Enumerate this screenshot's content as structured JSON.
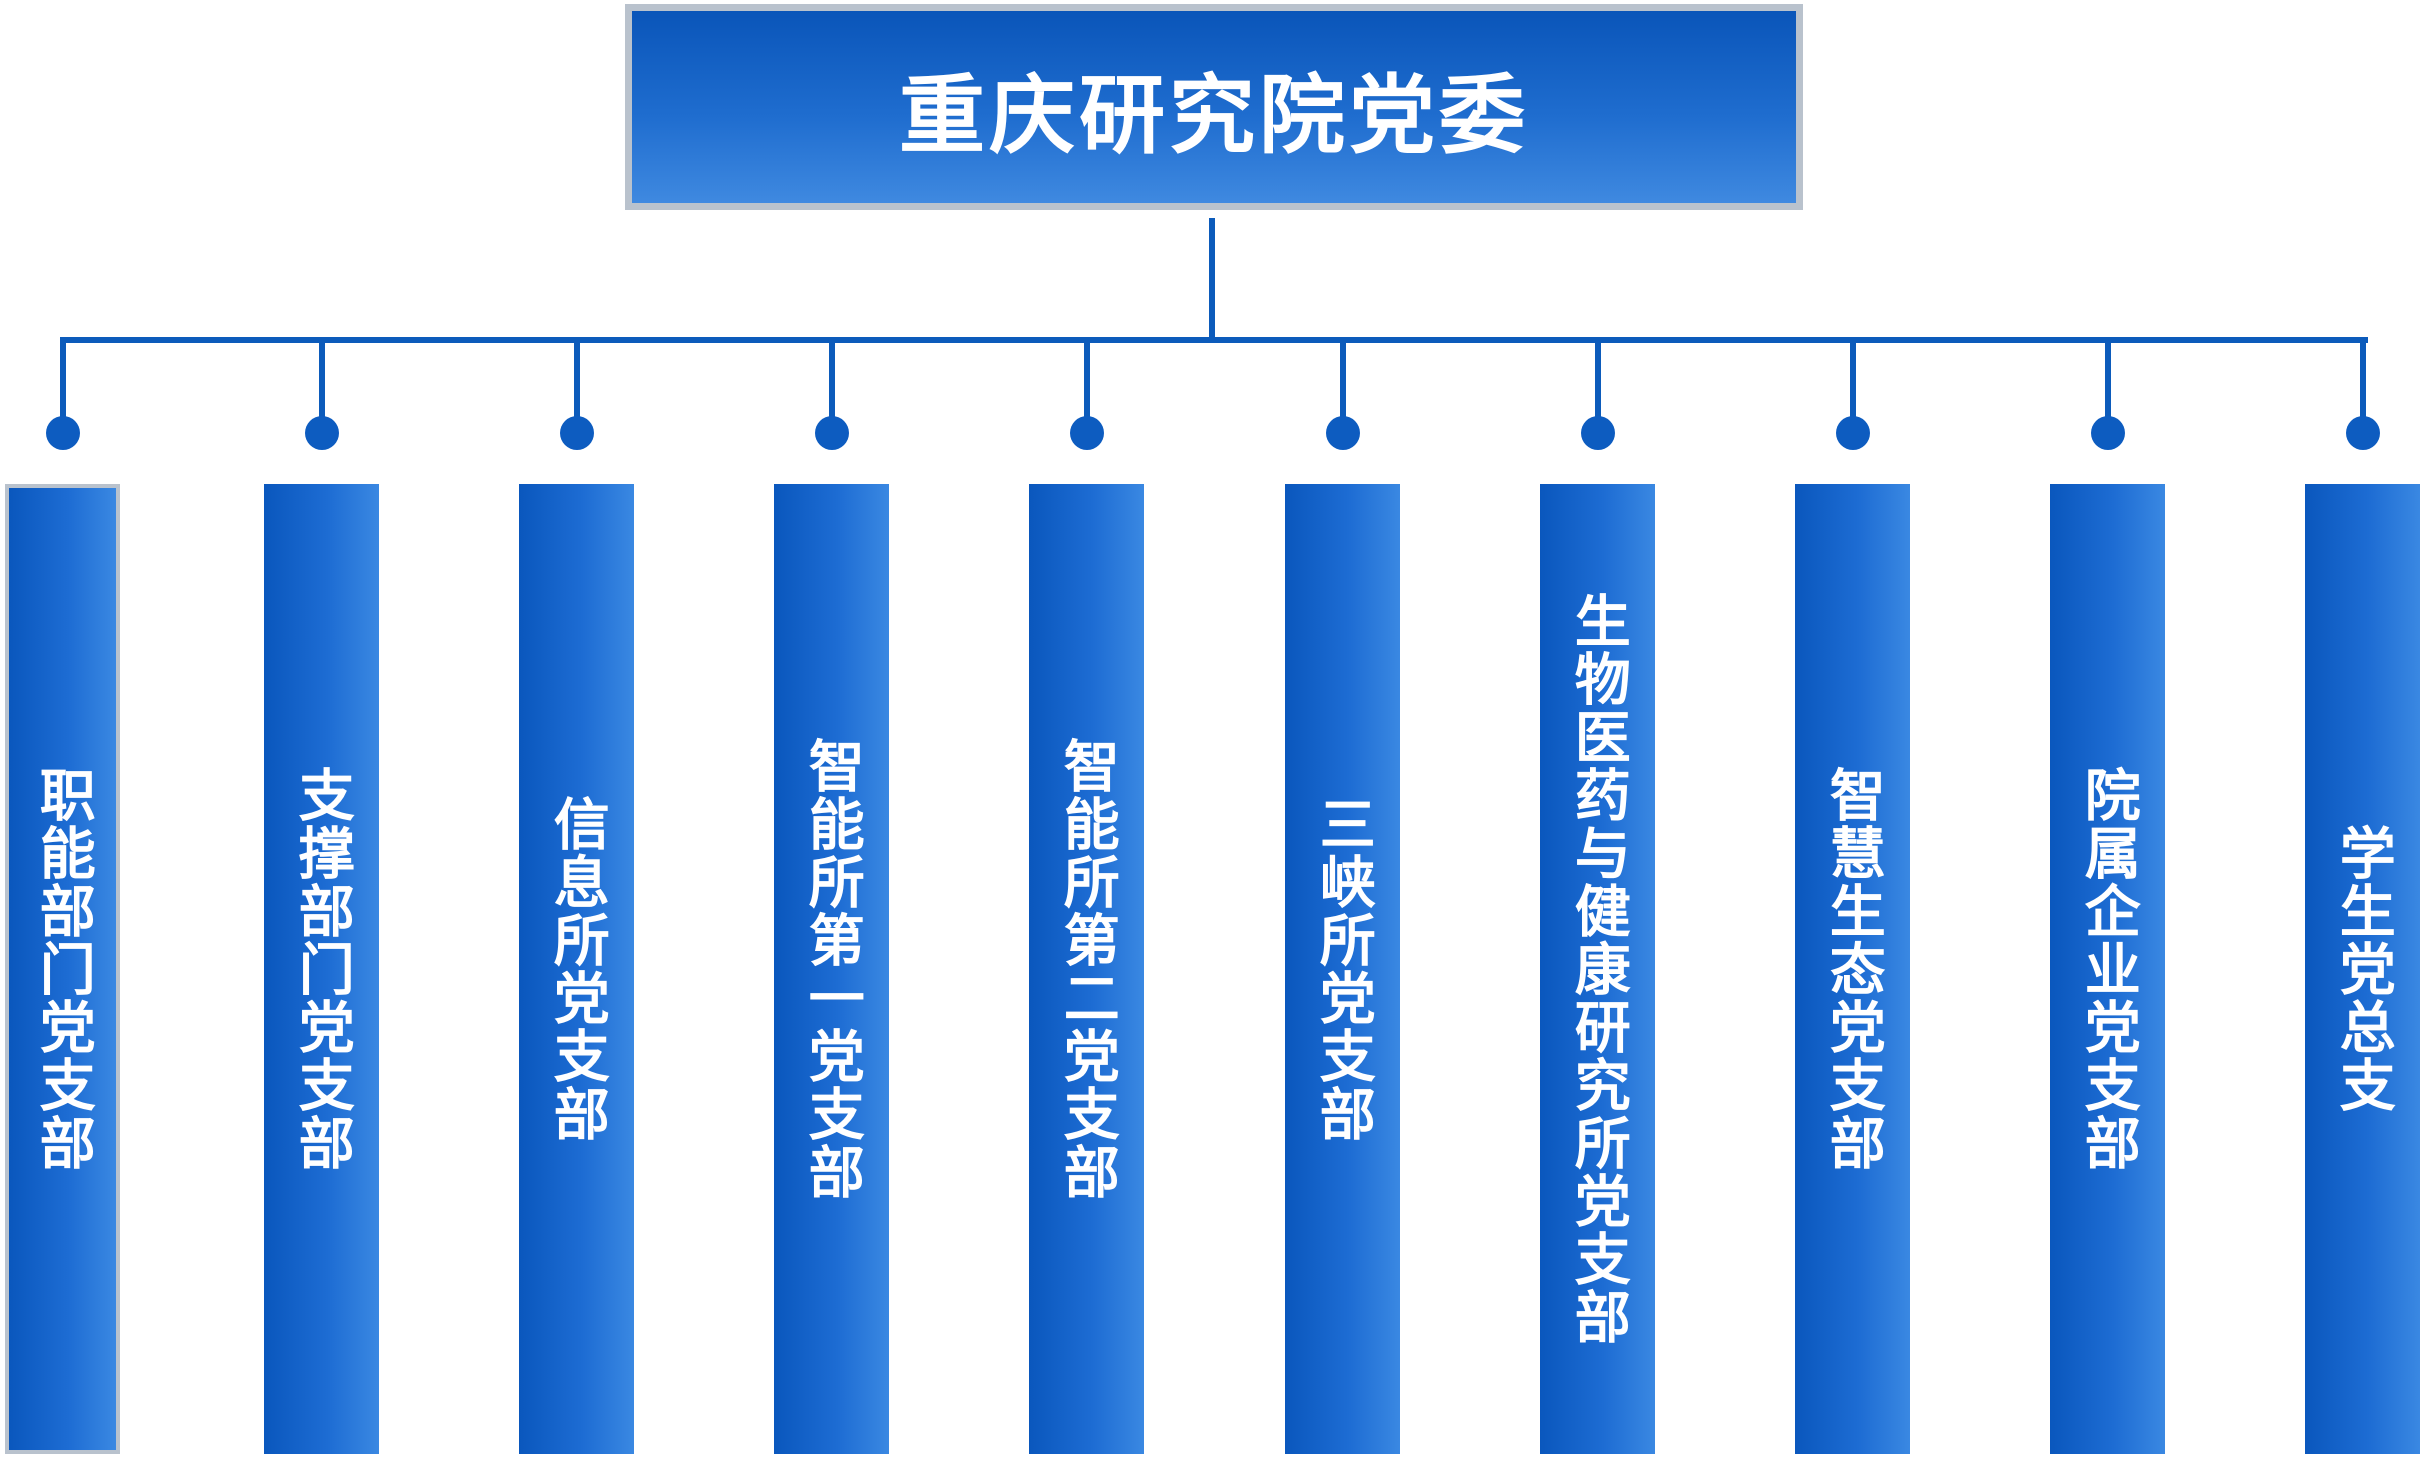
{
  "root": {
    "title": "重庆研究院党委"
  },
  "branches": [
    {
      "label": "职能部门党支部"
    },
    {
      "label": "支撑部门党支部"
    },
    {
      "label": "信息所党支部"
    },
    {
      "label": "智能所第一党支部"
    },
    {
      "label": "智能所第二党支部"
    },
    {
      "label": "三峡所党支部"
    },
    {
      "label": "生物医药与健康研究所党支部"
    },
    {
      "label": "智慧生态党支部"
    },
    {
      "label": "院属企业党支部"
    },
    {
      "label": "学生党总支"
    }
  ],
  "colors": {
    "box_dark": "#0a55b9",
    "box_light": "#3f89e0",
    "border": "#b9c2cd",
    "connector": "#0c5bbb",
    "text": "#ffffff"
  }
}
